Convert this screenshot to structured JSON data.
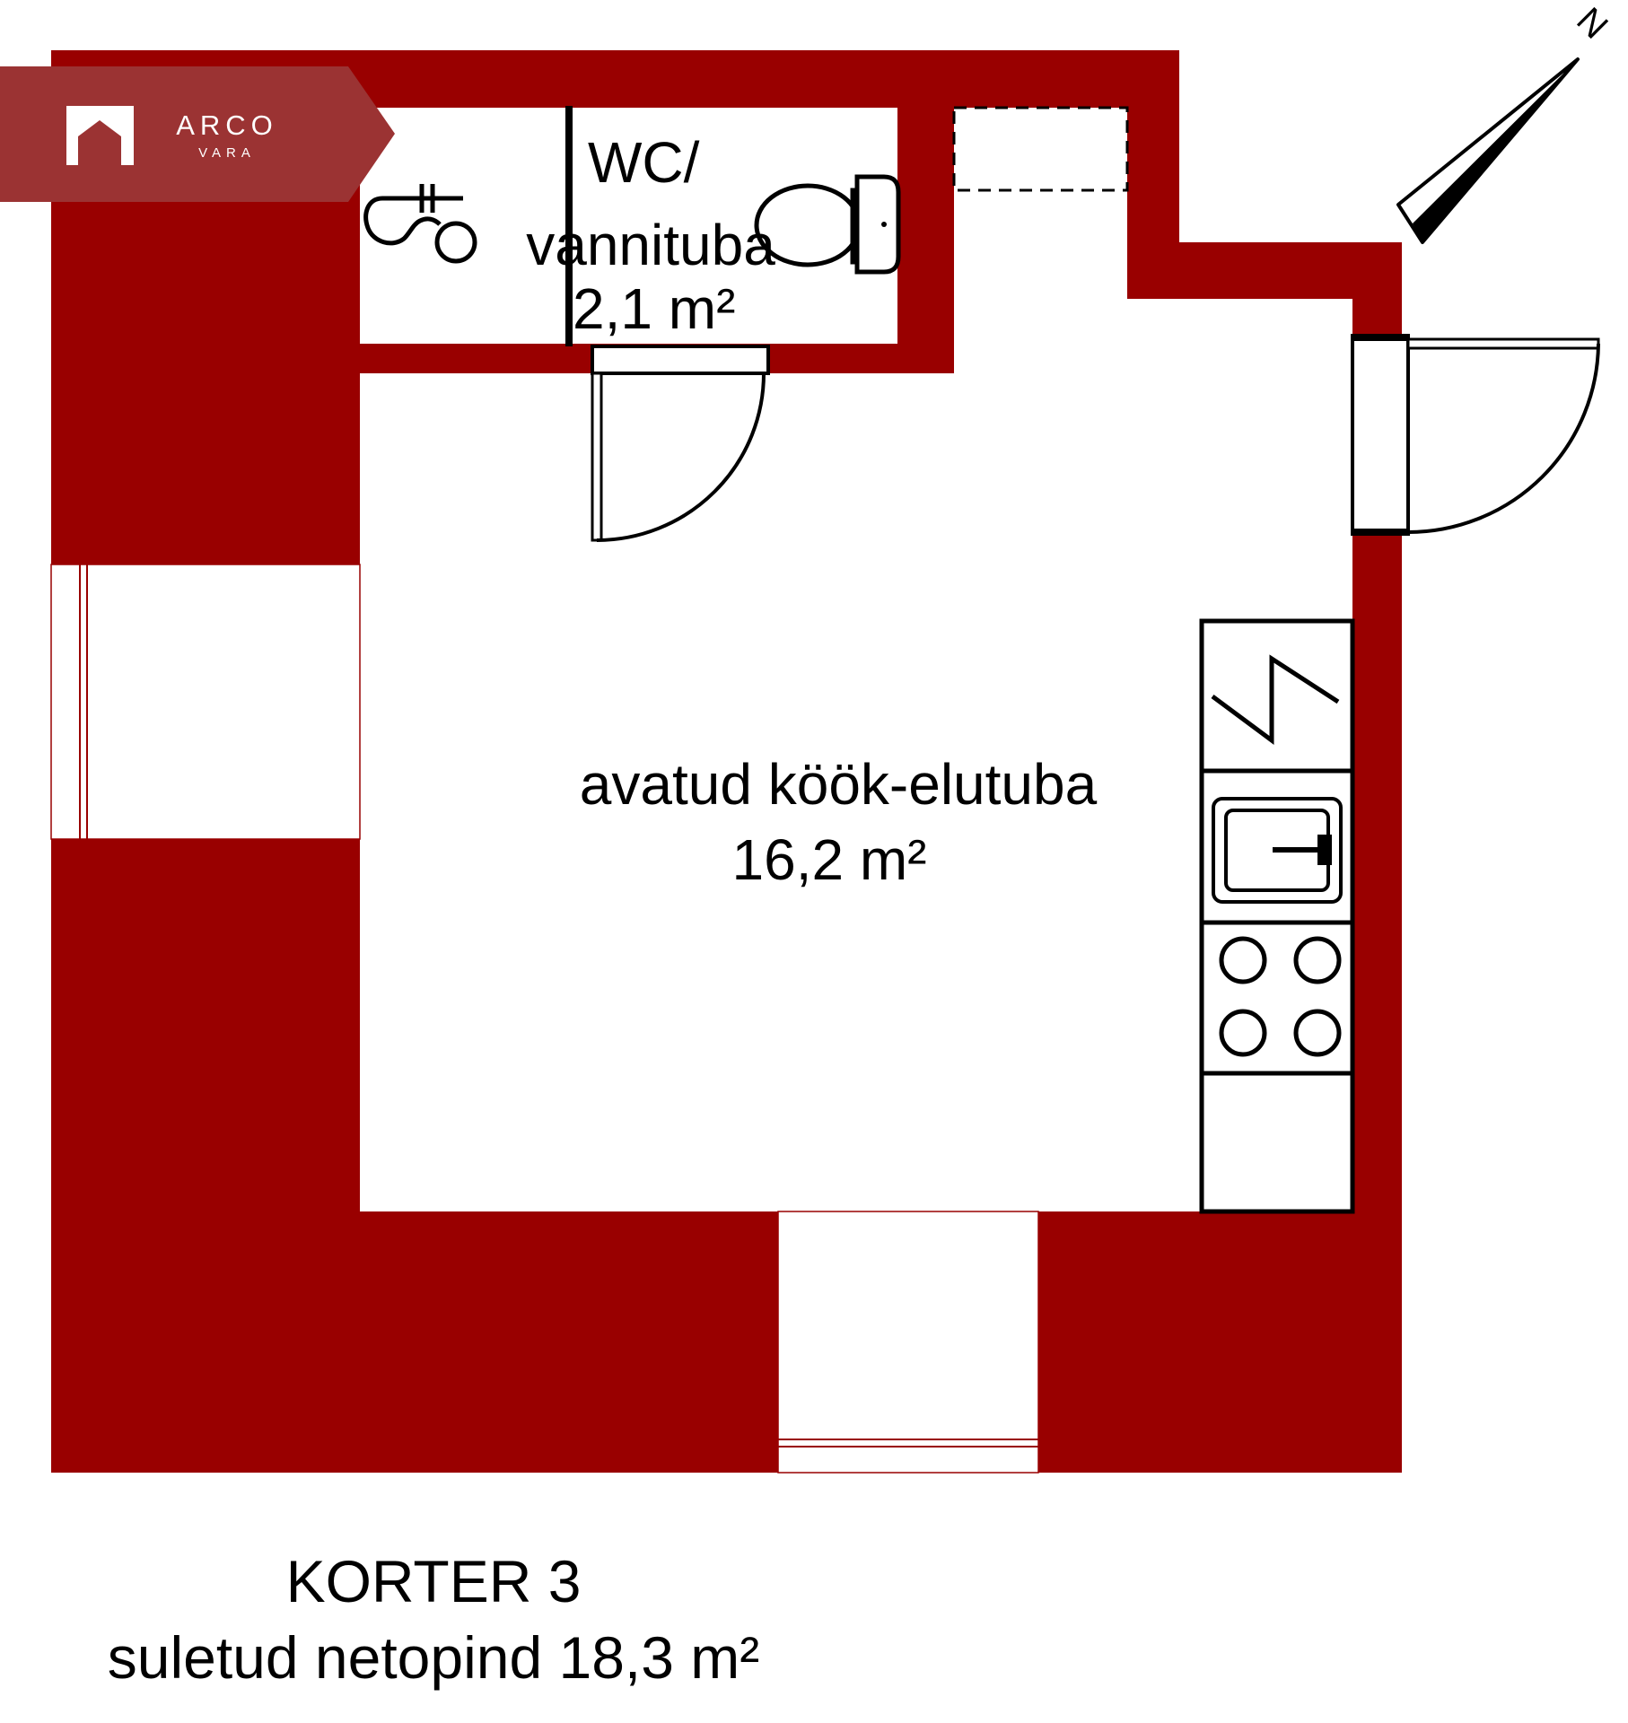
{
  "brand": {
    "name": "ARCO",
    "subname": "VARA",
    "badge_color": "#9b3333"
  },
  "colors": {
    "wall": "#990000",
    "floor": "#ffffff",
    "line": "#000000"
  },
  "compass": {
    "letter": "N"
  },
  "rooms": {
    "bathroom": {
      "name_line1": "WC/",
      "name_line2": "vannituba",
      "area": "2,1 m²"
    },
    "living": {
      "name": "avatud köök-elutuba",
      "area": "16,2 m²"
    }
  },
  "apartment": {
    "title": "KORTER 3",
    "subtitle": "suletud netopind 18,3 m²"
  }
}
